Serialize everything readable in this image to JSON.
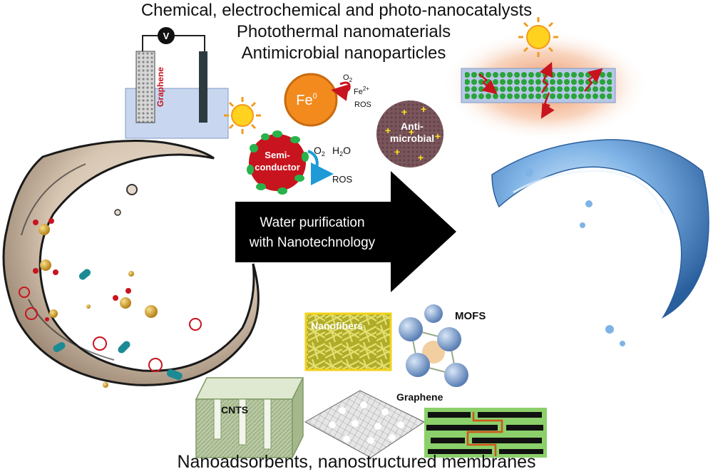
{
  "titles": {
    "line1": "Chemical, electrochemical and photo-nanocatalysts",
    "line2": "Photothermal nanomaterials",
    "line3": "Antimicrobial nanoparticles",
    "bottom": "Nanoadsorbents, nanostructured membranes"
  },
  "arrow": {
    "line1": "Water purification",
    "line2": "with Nanotechnology"
  },
  "electrochem": {
    "meter": "V",
    "electrode": "Graphene"
  },
  "iron": {
    "label": "Fe",
    "superscript": "0",
    "o2": "O",
    "o2_sub": "2",
    "fe_ion": "Fe",
    "fe_ion_sup": "2+",
    "ros": "ROS"
  },
  "semiconductor": {
    "line1": "Semi-",
    "line2": "conductor",
    "reactants": "O",
    "reactants_sub": "2",
    "water": "H",
    "water_sub": "2",
    "water_o": "O",
    "ros": "ROS"
  },
  "antimicrobial": {
    "line1": "Anti-",
    "line2": "microbial"
  },
  "materials": {
    "nanofibers": "Nanofibers",
    "mofs": "MOFS",
    "cnts": "CNTS",
    "graphene": "Graphene"
  },
  "colors": {
    "iron_orange": "#f28a1e",
    "semiconductor_red": "#c8141e",
    "semiconductor_dots": "#27b24a",
    "antimicrobial_maroon": "#5a2a33",
    "arrow_black": "#000000",
    "water_blue": "#4d8fd1",
    "dirty_water": "#d9cbbb",
    "ros_arrow_blue": "#1e9bd7",
    "ros_arrow_red": "#c8141e"
  }
}
